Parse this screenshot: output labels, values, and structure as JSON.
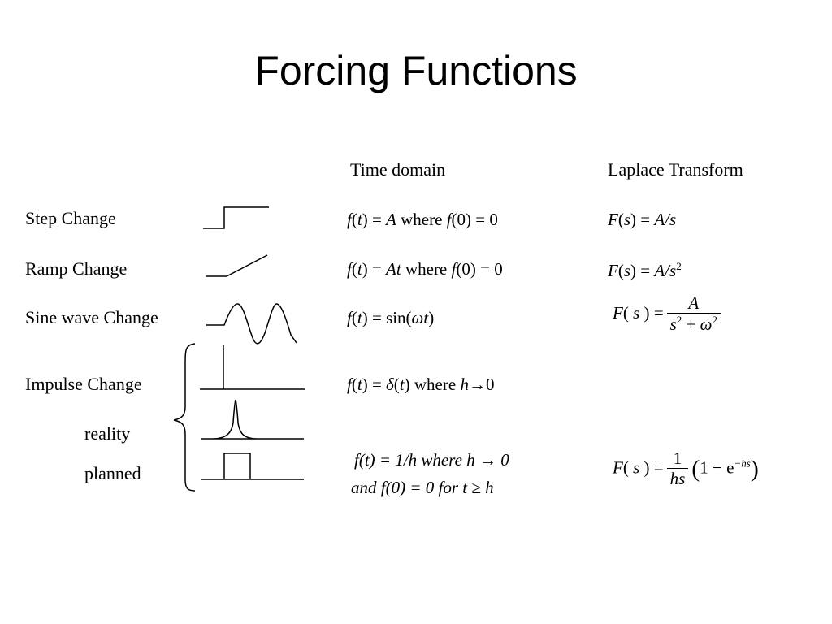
{
  "slide": {
    "title": "Forcing Functions",
    "headers": {
      "time_domain": "Time domain",
      "laplace": "Laplace Transform"
    },
    "rows": {
      "step": {
        "label": "Step Change",
        "f_lhs": "f",
        "f_arg": "t",
        "f_mid": " = ",
        "f_val": "A",
        "f_where": " where ",
        "f_cond_fn": "f",
        "f_cond": "(0) = 0",
        "F_lhs": "F",
        "F_arg": "s",
        "F_eq": ") = ",
        "F_val": "A/s"
      },
      "ramp": {
        "label": "Ramp Change",
        "f_val": "At",
        "f_where": " where ",
        "f_cond": "(0) = 0",
        "F_val": "A/s",
        "F_exp": "2"
      },
      "sine": {
        "label": "Sine wave Change",
        "f_rhs": " = sin(",
        "f_omega": "ωt",
        "f_close": ")",
        "F_num": "A",
        "F_den_s": "s",
        "F_den_exp1": "2",
        "F_den_plus": " + ",
        "F_den_omega": "ω",
        "F_den_exp2": "2"
      },
      "impulse": {
        "label": "Impulse Change",
        "f_rhs": " = ",
        "f_delta": "δ",
        "f_where": " where ",
        "f_h": "h",
        "f_arrow": "→0"
      },
      "reality": {
        "label": "reality"
      },
      "planned": {
        "label": "planned",
        "line1": "f(t) = 1/h  where h → 0",
        "line2": "and f(0) = 0 for t ≥ h",
        "F_num": "1",
        "F_den": "hs",
        "F_paren_open": "(",
        "F_one_minus": "1 − e",
        "F_exp": "−hs",
        "F_paren_close": ")"
      }
    }
  }
}
